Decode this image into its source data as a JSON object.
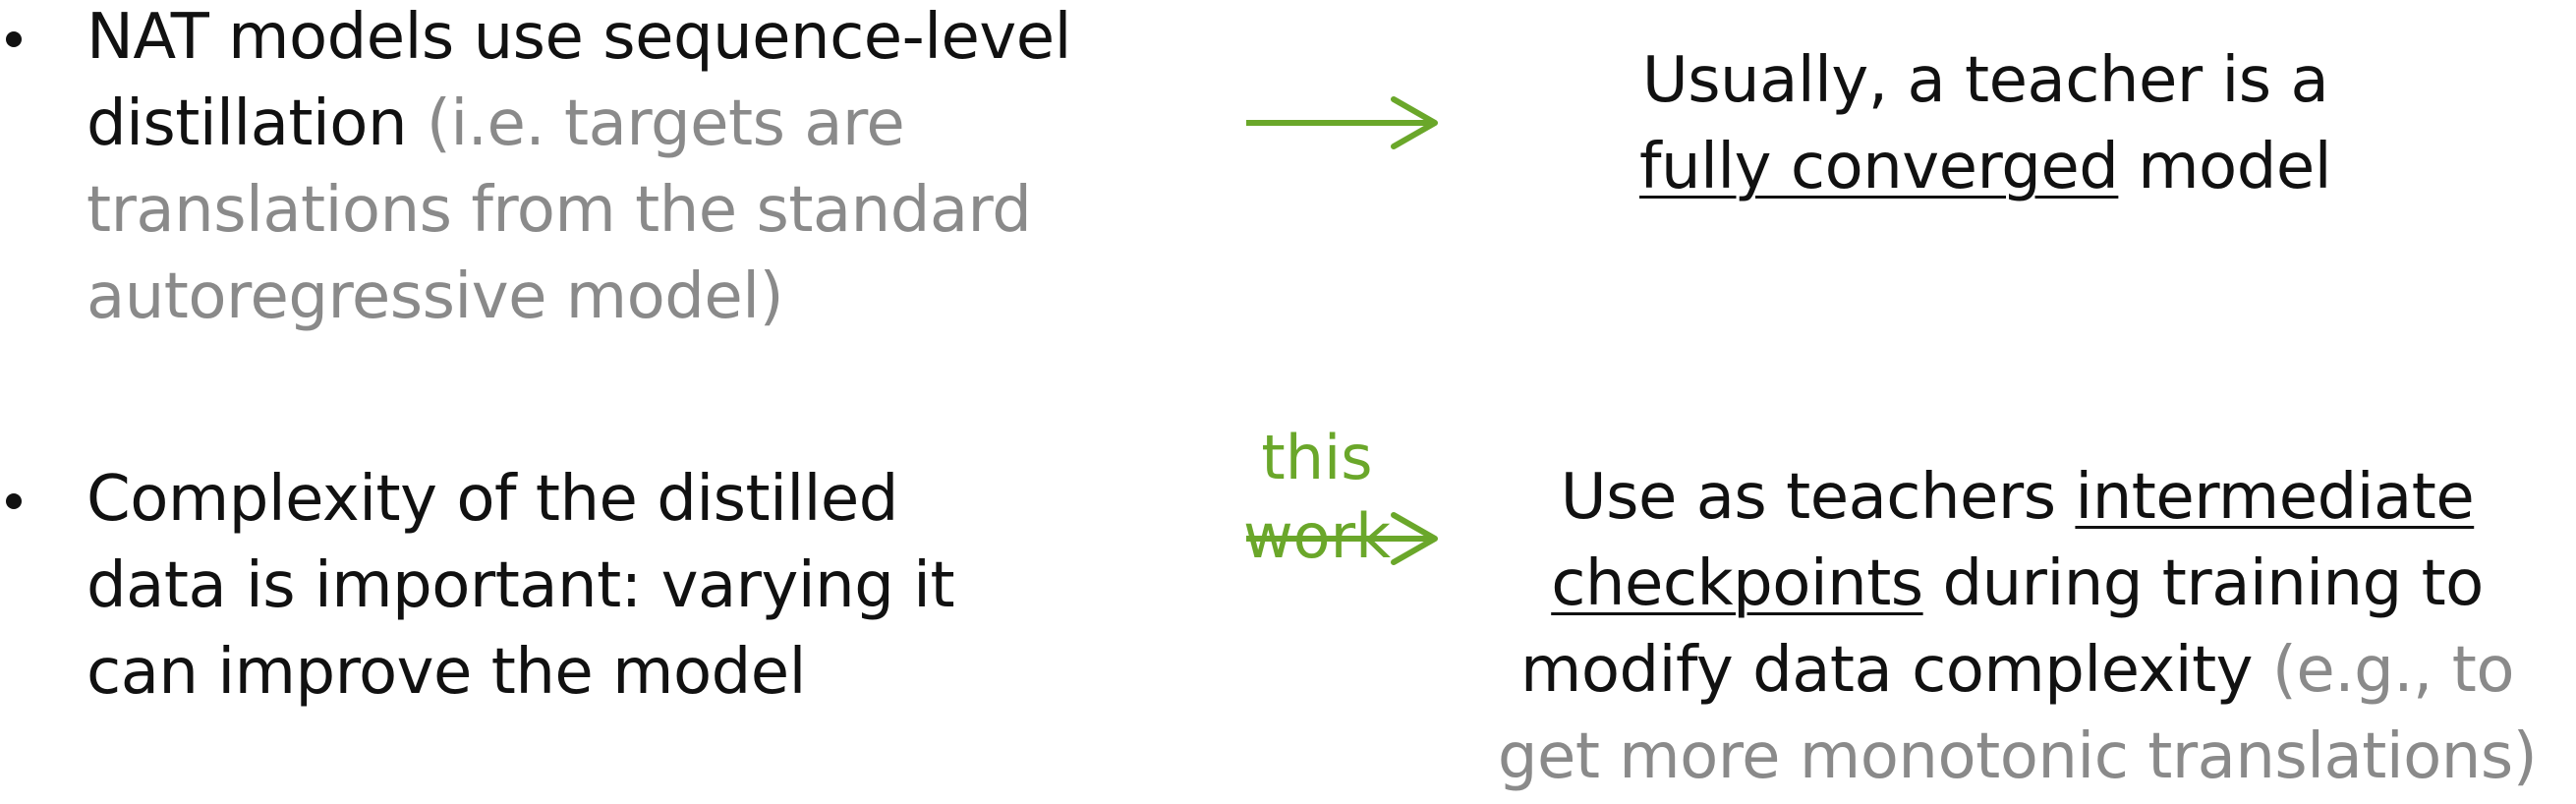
{
  "bullets": [
    {
      "main": "NAT models use sequence-level distillation",
      "aside": "(i.e. targets are translations from the standard autoregressive model)"
    },
    {
      "main": "Complexity of the distilled data is important: varying it can improve the model"
    }
  ],
  "arrow_label": "this work",
  "right_1": {
    "before": "Usually, a teacher is a",
    "underlined": "fully converged",
    "after": "model"
  },
  "right_2": {
    "before": "Use as teachers",
    "underlined": "intermediate checkpoints",
    "middle": "during training to modify data complexity",
    "aside": "(e.g., to get more monotonic translations)"
  },
  "colors": {
    "text": "#111111",
    "muted": "#8a8a8a",
    "accent": "#6aa72a"
  }
}
